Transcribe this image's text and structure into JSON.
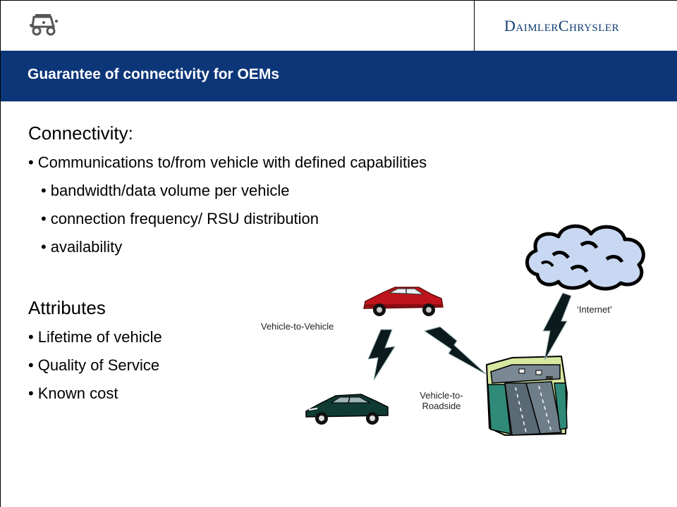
{
  "header": {
    "brand_text": "DaimlerChrysler",
    "brand_parts": [
      "D",
      "AIMLER",
      "C",
      "HRYSLER"
    ]
  },
  "title_bar": {
    "title": "Guarantee of connectivity for OEMs"
  },
  "content": {
    "connectivity": {
      "heading": "Connectivity:",
      "main_bullet": "Communications to/from vehicle with defined capabilities",
      "sub_bullets": [
        "bandwidth/data volume per vehicle",
        "connection frequency/ RSU distribution",
        "availability"
      ]
    },
    "attributes": {
      "heading": "Attributes",
      "bullets": [
        "Lifetime of vehicle",
        "Quality of Service",
        "Known cost"
      ]
    }
  },
  "diagram": {
    "label_v2v": "Vehicle-to-Vehicle",
    "label_v2r_line1": "Vehicle-to-",
    "label_v2r_line2": "Roadside",
    "label_internet": "‘Internet’"
  },
  "colors": {
    "title_bar": "#0d3678",
    "brand": "#0e3a73",
    "red_car": "#c0141c",
    "dark_car": "#0f3b33",
    "lightning": "#0b1a1c",
    "cloud_fill": "#c9d8f2",
    "road": "#5a6a74",
    "grass": "#2f8a78"
  }
}
